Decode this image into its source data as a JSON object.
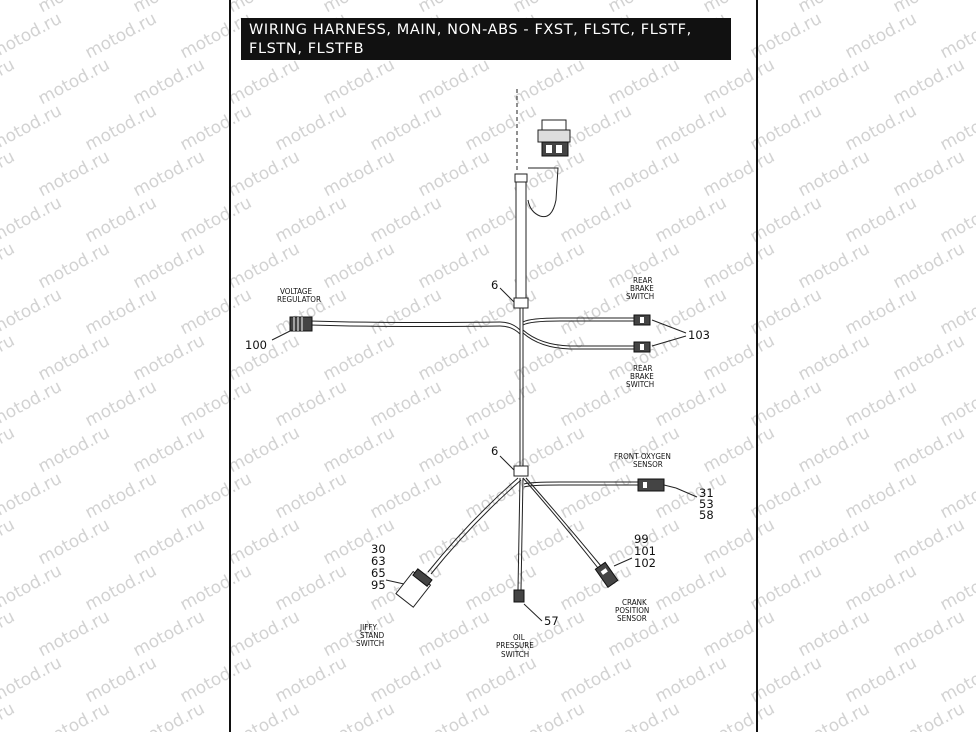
{
  "title": "WIRING HARNESS, MAIN, NON-ABS - FXST, FLSTC, FLSTF, FLSTN, FLSTFB",
  "watermark": "motod.ru",
  "labels": {
    "voltage_regulator_1": "VOLTAGE",
    "voltage_regulator_2": "REGULATOR",
    "rear_brake_top_1": "REAR",
    "rear_brake_top_2": "BRAKE",
    "rear_brake_top_3": "SWITCH",
    "rear_brake_bottom_1": "REAR",
    "rear_brake_bottom_2": "BRAKE",
    "rear_brake_bottom_3": "SWITCH",
    "front_oxygen_1": "FRONT OXYGEN",
    "front_oxygen_2": "SENSOR",
    "crank_1": "CRANK",
    "crank_2": "POSITION",
    "crank_3": "SENSOR",
    "oil_1": "OIL",
    "oil_2": "PRESSURE",
    "oil_3": "SWITCH",
    "jiffy_1": "JIFFY",
    "jiffy_2": "STAND",
    "jiffy_3": "SWITCH"
  },
  "callouts": {
    "clip_upper": "6",
    "clip_lower": "6",
    "voltage_regulator": "100",
    "rear_brake": "103",
    "oxygen_a": "31",
    "oxygen_b": "53",
    "oxygen_c": "58",
    "crank_a": "99",
    "crank_b": "101",
    "crank_c": "102",
    "oil": "57",
    "jiffy_a": "30",
    "jiffy_b": "63",
    "jiffy_c": "65",
    "jiffy_d": "95"
  }
}
